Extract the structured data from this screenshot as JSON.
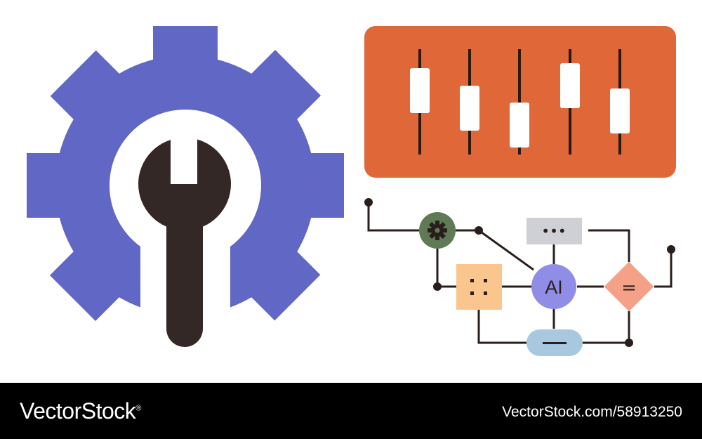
{
  "illustration": {
    "ai_node_label": "AI",
    "equals_label": "=",
    "dots_label": "•••",
    "colors": {
      "gear": "#6167c4",
      "wrench": "#342826",
      "panel": "#e06737",
      "slider_knob": "#ffffff",
      "slider_track": "#2b1a14",
      "mini_gear_circle": "#5f7a55",
      "dots_box": "#cfcfd6",
      "grid_box": "#fbc58e",
      "ai_circle": "#8f8de6",
      "diamond": "#f5a187",
      "pill": "#a8c8e0",
      "line": "#2a1e1c"
    }
  },
  "footer": {
    "brand": "VectorStock",
    "registered_mark": "®",
    "credit": "VectorStock.com/58913250"
  }
}
